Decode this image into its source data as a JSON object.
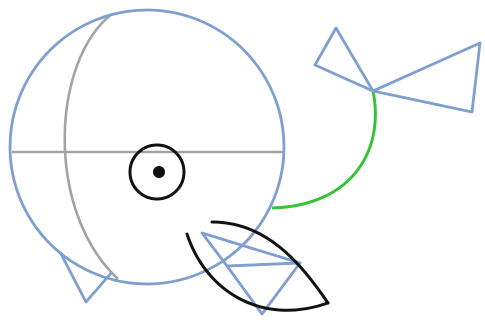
{
  "colors": {
    "background": "#ffffff",
    "outline_blue": "#7f9fd0",
    "guide_gray": "#a3a3a3",
    "tail_green": "#35c435",
    "ink_black": "#111111"
  },
  "shapes": {
    "body": "circle",
    "eye": "concentric-circles",
    "tail": "arc",
    "tail_fin": "triangle-pair",
    "front_fin": "triangle-pair",
    "lower_fin": "triangle",
    "mouth": "leaf-outline"
  }
}
